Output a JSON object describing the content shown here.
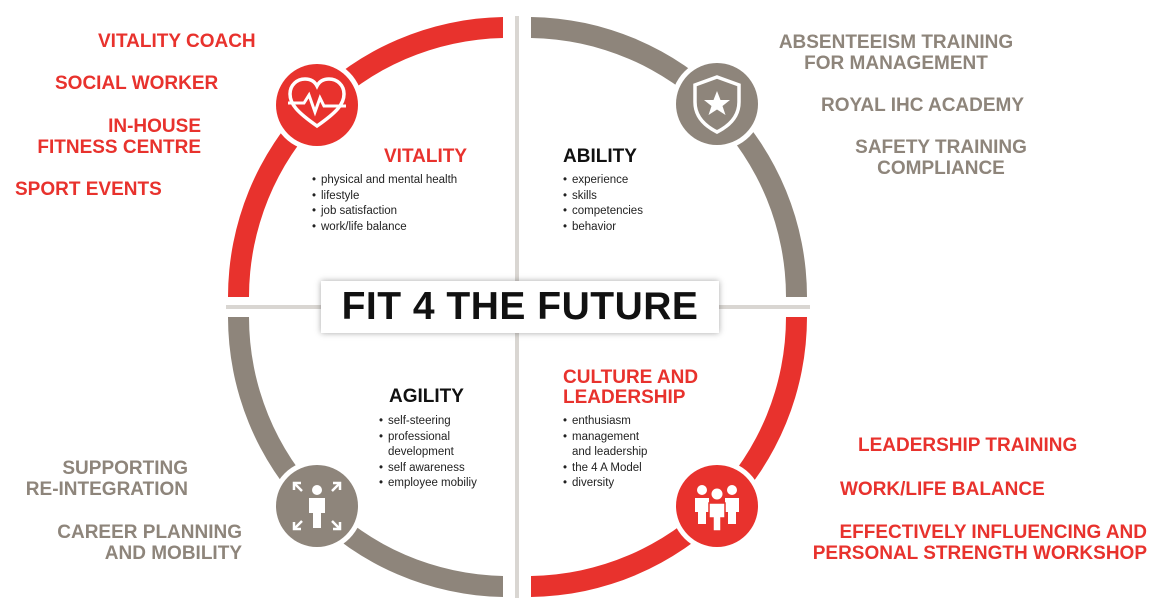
{
  "title": "FIT 4 THE FUTURE",
  "colors": {
    "red": "#e8322d",
    "grey": "#8e857b",
    "text": "#222222"
  },
  "quadrants": {
    "vitality": {
      "title": "VITALITY",
      "icon": "heart-pulse-icon",
      "items": [
        "physical and mental health",
        "lifestyle",
        "job satisfaction",
        "work/life balance"
      ]
    },
    "ability": {
      "title": "ABILITY",
      "icon": "shield-star-icon",
      "items": [
        "experience",
        "skills",
        "competencies",
        "behavior"
      ]
    },
    "agility": {
      "title": "AGILITY",
      "icon": "person-arrows-icon",
      "items": [
        "self-steering",
        "professional",
        "development",
        "self awareness",
        "employee mobiliy"
      ]
    },
    "culture": {
      "title_line1": "CULTURE AND",
      "title_line2": "LEADERSHIP",
      "icon": "team-icon",
      "items": [
        "enthusiasm",
        "management",
        "and leadership",
        "the 4 A Model",
        "diversity"
      ]
    }
  },
  "labels": {
    "vitality": [
      "VITALITY COACH",
      "SOCIAL WORKER",
      "IN-HOUSE",
      "FITNESS CENTRE",
      "SPORT EVENTS"
    ],
    "ability": [
      "ABSENTEEISM TRAINING",
      "FOR MANAGEMENT",
      "ROYAL IHC ACADEMY",
      "SAFETY TRAINING",
      "COMPLIANCE"
    ],
    "agility": [
      "SUPPORTING",
      "RE-INTEGRATION",
      "CAREER PLANNING",
      "AND MOBILITY"
    ],
    "culture": [
      "LEADERSHIP TRAINING",
      "WORK/LIFE BALANCE",
      "EFFECTIVELY INFLUENCING AND",
      "PERSONAL STRENGTH WORKSHOP"
    ]
  }
}
